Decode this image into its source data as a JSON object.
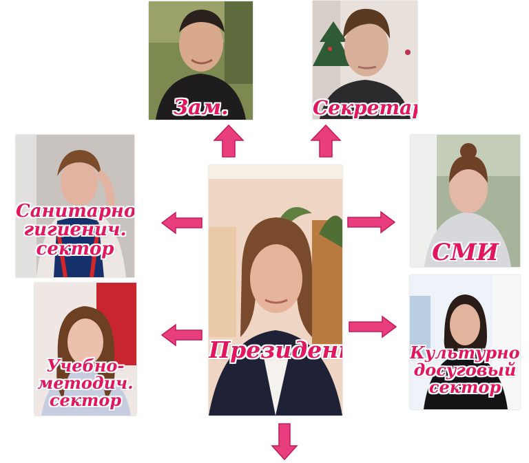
{
  "colors": {
    "accent": "#e0175f",
    "arrow_fill": "#e83e7d",
    "arrow_edge": "#c2185b"
  },
  "roles": {
    "deputy": {
      "label": "Зам."
    },
    "secretary": {
      "label": "Секретарь"
    },
    "sanitary": {
      "line1": "Санитарно-",
      "line2": "гигиенич.",
      "line3": "сектор"
    },
    "media": {
      "label": "СМИ"
    },
    "president": {
      "label": "Президент"
    },
    "educational": {
      "line1": "Учебно-",
      "line2": "методич.",
      "line3": "сектор"
    },
    "cultural": {
      "line1": "Культурно-",
      "line2": "досуговый",
      "line3": "сектор"
    }
  }
}
